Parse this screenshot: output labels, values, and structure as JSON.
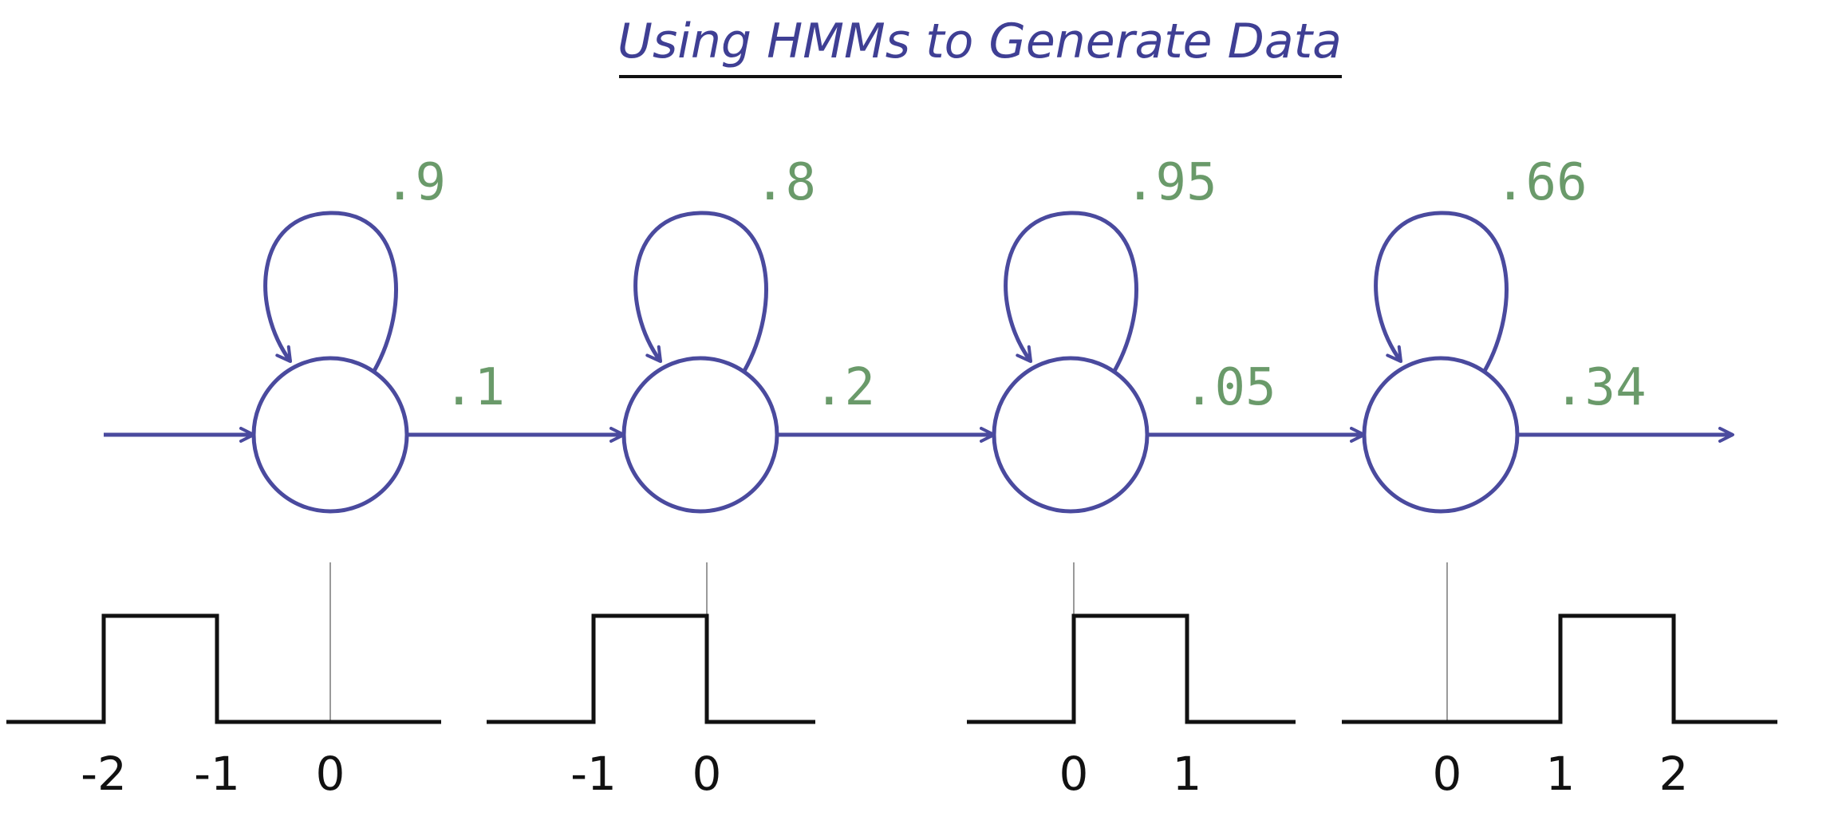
{
  "title": "Using HMMs to Generate Data",
  "colors": {
    "diagram": "#4a4a9e",
    "probability": "#6a9a6a",
    "axis": "#111111",
    "marker": "#9a9a9a",
    "background": "#ffffff"
  },
  "states": [
    {
      "self_loop_prob": ".9",
      "transition_prob": ".1",
      "emission": {
        "type": "uniform",
        "range": [
          -2,
          -1
        ],
        "marker_at": 0,
        "tick_labels": [
          "-2",
          "-1",
          "0"
        ]
      }
    },
    {
      "self_loop_prob": ".8",
      "transition_prob": ".2",
      "emission": {
        "type": "uniform",
        "range": [
          -1,
          0
        ],
        "marker_at": 0,
        "tick_labels": [
          "-1",
          "0"
        ]
      }
    },
    {
      "self_loop_prob": ".95",
      "transition_prob": ".05",
      "emission": {
        "type": "uniform",
        "range": [
          0,
          1
        ],
        "marker_at": 0,
        "tick_labels": [
          "0",
          "1"
        ]
      }
    },
    {
      "self_loop_prob": ".66",
      "transition_prob": ".34",
      "emission": {
        "type": "uniform",
        "range": [
          1,
          2
        ],
        "marker_at": 0,
        "tick_labels": [
          "0",
          "1",
          "2"
        ]
      }
    }
  ]
}
